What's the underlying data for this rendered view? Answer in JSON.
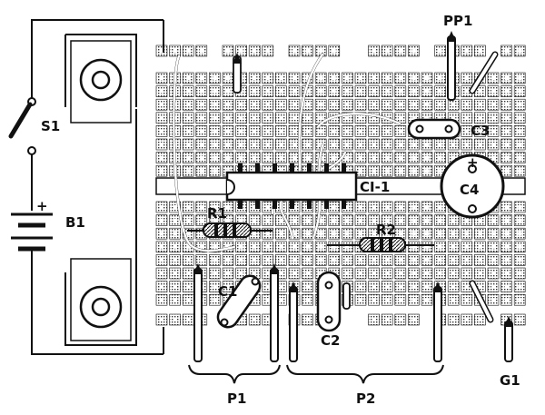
{
  "labels": {
    "switch": "S1",
    "battery": "B1",
    "battery_plus": "+",
    "ic": "CI-1",
    "r1": "R1",
    "r2": "R2",
    "c1": "C1",
    "c2": "C2",
    "c3": "C3",
    "c4": "C4",
    "c4_plus": "+",
    "pp1": "PP1",
    "p1": "P1",
    "p2": "P2",
    "g1": "G1"
  }
}
